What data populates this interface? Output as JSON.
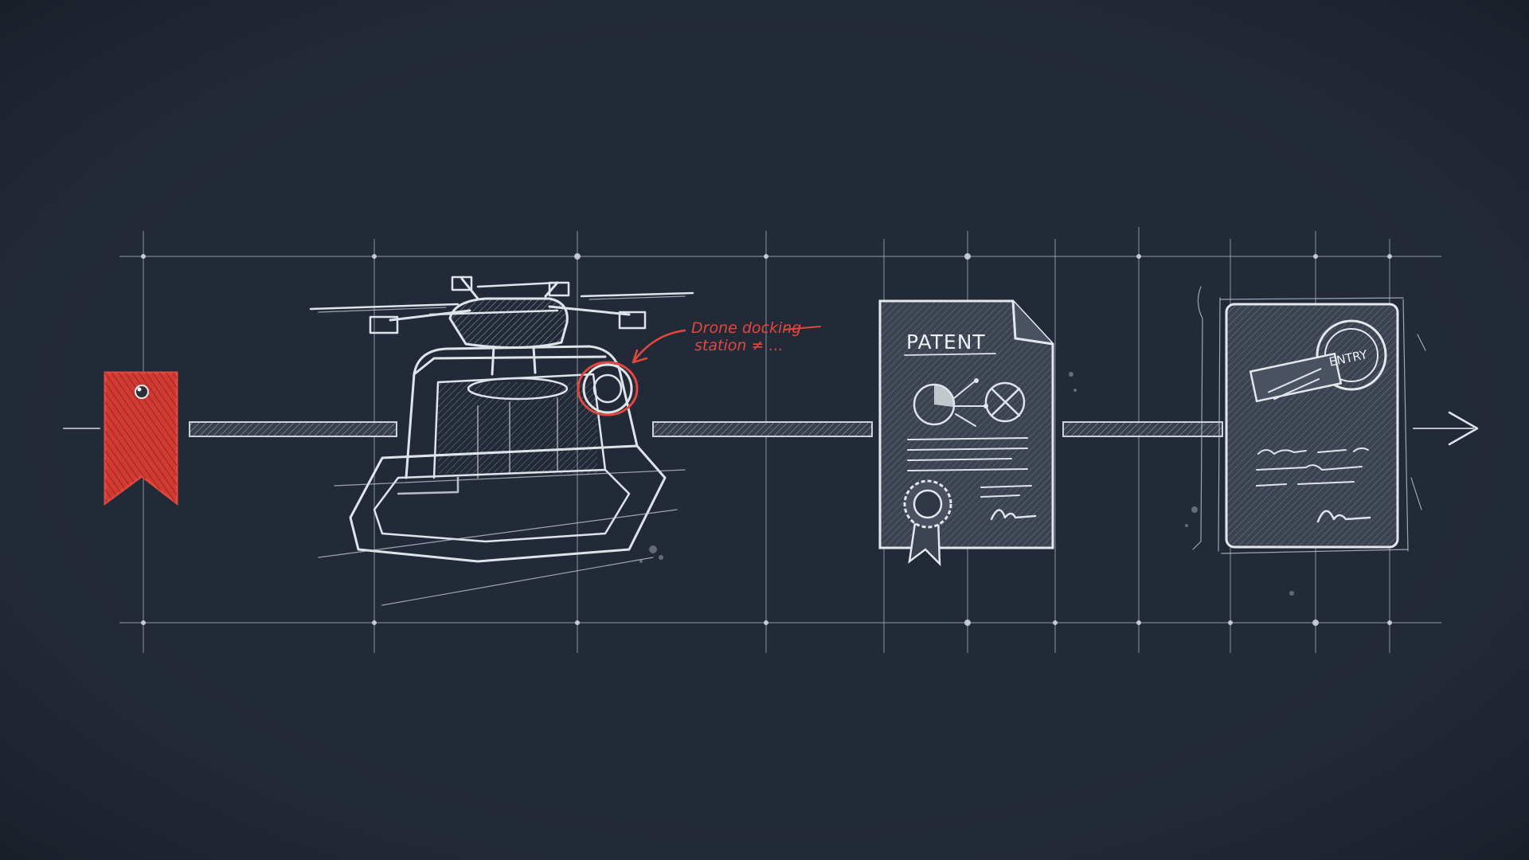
{
  "scene": {
    "background": "#232a37",
    "chalk_color": "#dfe3ea",
    "accent_color": "#e0483f"
  },
  "annotation": {
    "line1": "Drone docking",
    "line2": "station ≠ ..."
  },
  "patent_document": {
    "title": "PATENT",
    "icons": [
      "pie-chart-icon",
      "x-circle-icon",
      "ribbon-seal-icon"
    ]
  },
  "entry_document": {
    "stamp_label": "ENTRY",
    "icons": [
      "stamp-icon",
      "signature-icon"
    ]
  },
  "markers": {
    "start": "red-bookmark-icon",
    "end": "arrow-right-icon"
  }
}
